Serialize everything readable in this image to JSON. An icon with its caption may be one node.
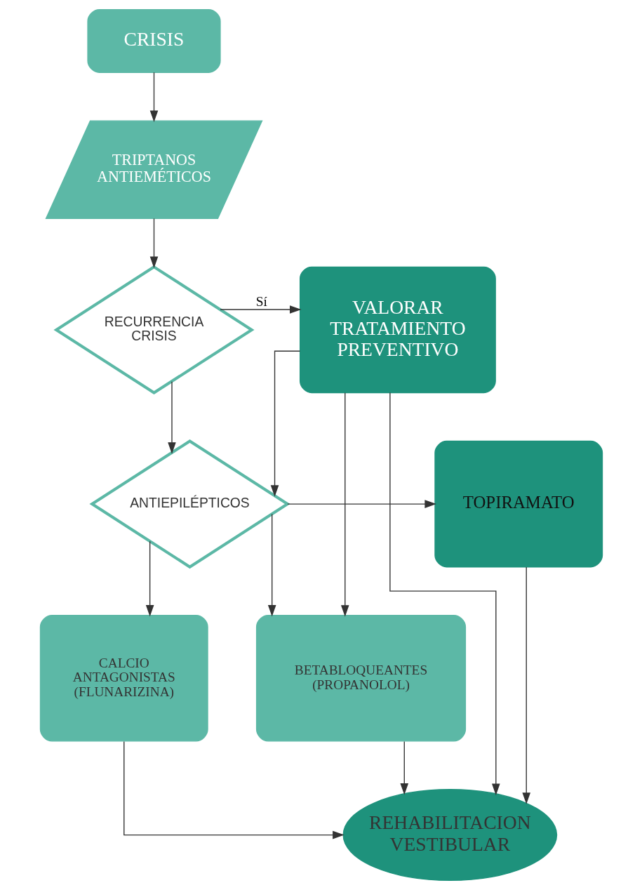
{
  "diagram": {
    "nodes": [
      {
        "text": [
          "CRISIS"
        ]
      },
      {
        "text": [
          "TRIPTANOS ANTIEMÉTICOS"
        ]
      },
      {
        "text": [
          "RECURRENCIA CRISIS"
        ]
      },
      {
        "text": [
          "VALORAR TRATAMIENTO PREVENTIVO"
        ]
      },
      {
        "text": [
          "ANTIEPILÉPTICOS"
        ]
      },
      {
        "text": [
          "TOPIRAMATO"
        ]
      },
      {
        "text": [
          "BETABLOQUEANTES (PROPANOLOL)"
        ]
      },
      {
        "text": [
          "CALCIO ANTAGONISTAS (FLUNARIZINA)"
        ]
      },
      {
        "text": [
          "REHABILITACION VESTIBULAR"
        ]
      }
    ],
    "edges": [
      {
        "from": 0,
        "to": 1,
        "arrow": "to"
      },
      {
        "from": 1,
        "to": 2,
        "arrow": "to"
      },
      {
        "from": 2,
        "to": 3,
        "arrow": "to",
        "label": "Sí"
      },
      {
        "from": 2,
        "to": 4,
        "arrow": "to"
      },
      {
        "from": 3,
        "to": 4,
        "arrow": "to"
      },
      {
        "from": 4,
        "to": 5,
        "arrow": "to"
      },
      {
        "from": 3,
        "to": 6,
        "arrow": "to"
      },
      {
        "from": 3,
        "to": 8,
        "arrow": "to"
      },
      {
        "from": 4,
        "to": 6,
        "arrow": "to"
      },
      {
        "from": 4,
        "to": 7,
        "arrow": "to"
      },
      {
        "from": 6,
        "to": 8,
        "arrow": "to"
      },
      {
        "from": 7,
        "to": 8,
        "arrow": "to"
      },
      {
        "from": 5,
        "to": 8,
        "arrow": "to"
      }
    ]
  }
}
